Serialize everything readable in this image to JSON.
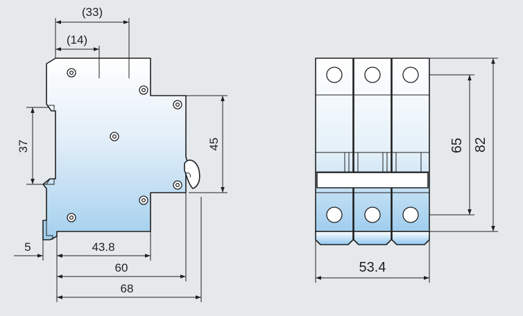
{
  "side_view": {
    "dims": {
      "overall_top": "(33)",
      "inner_top": "(14)",
      "rail_height": "37",
      "front_height": "45",
      "rail_offset": "5",
      "front_depth": "43.8",
      "mid_depth": "60",
      "total_depth": "68"
    }
  },
  "front_view": {
    "dims": {
      "width": "53.4",
      "inner_height": "65",
      "total_height": "82"
    },
    "poles": 3
  },
  "colors": {
    "background": "#e6e9ec",
    "body_gradient_top": "#ffffff",
    "body_gradient_bottom": "#a9d3f0",
    "line": "#1f1f1f"
  }
}
